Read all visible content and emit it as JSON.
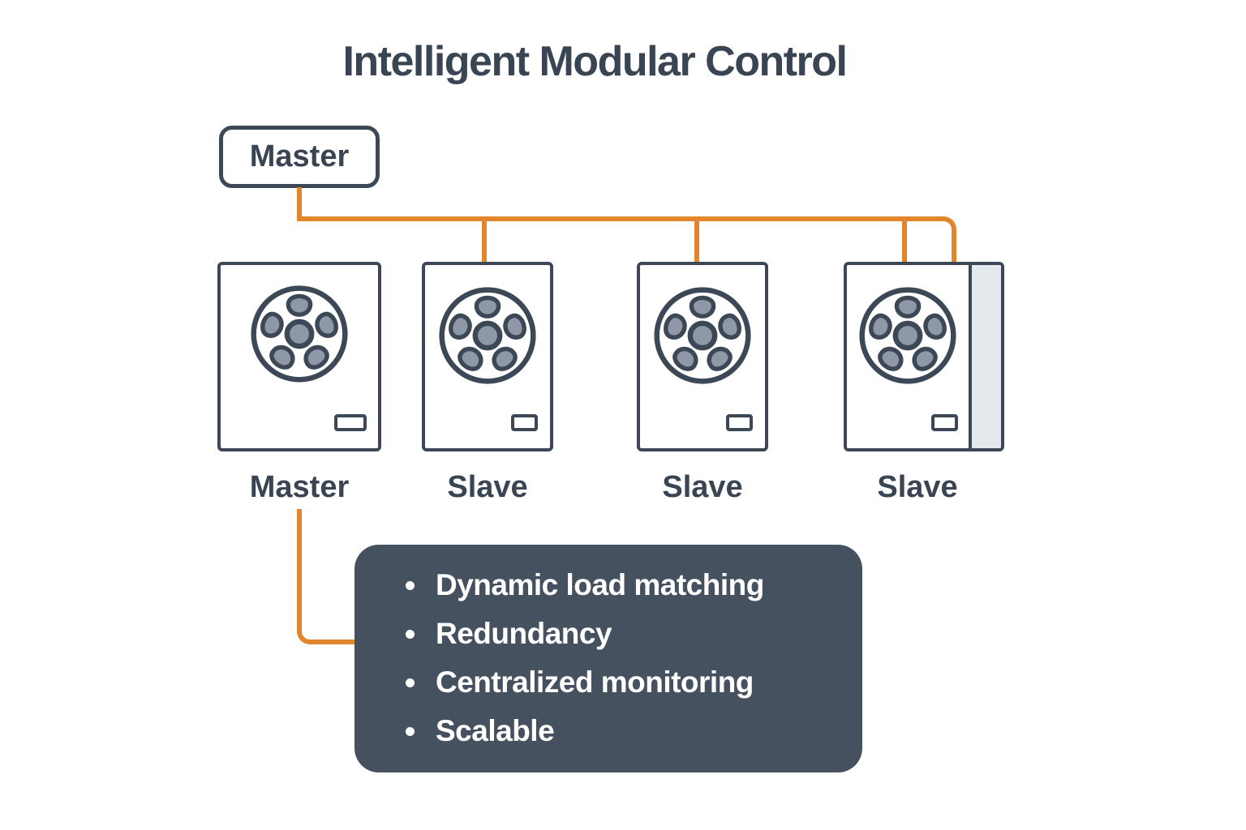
{
  "title": "Intelligent Modular Control",
  "controller": {
    "label": "Master"
  },
  "units": [
    {
      "label": "Master",
      "role": "master-unit"
    },
    {
      "label": "Slave",
      "role": "slave-unit"
    },
    {
      "label": "Slave",
      "role": "slave-unit"
    },
    {
      "label": "Slave",
      "role": "slave-unit"
    }
  ],
  "features": {
    "items": [
      "Dynamic load matching",
      "Redundancy",
      "Centralized monitoring",
      "Scalable"
    ]
  },
  "colors": {
    "accent_orange": "#E2862E",
    "outline_slate": "#3D4856",
    "text_slate": "#3A4553",
    "feature_box_fill": "#46515F",
    "fan_blade_gray": "#8E98A7",
    "side_panel_gray": "#E4E9ED"
  }
}
